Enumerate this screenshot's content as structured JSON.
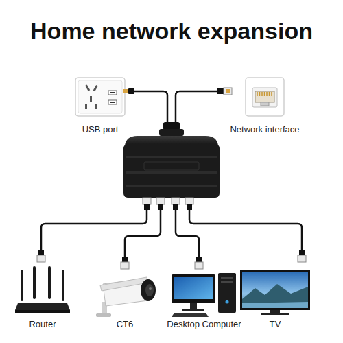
{
  "diagram": {
    "title": "Home network expansion",
    "nodes": [
      {
        "text": [
          "USB port"
        ]
      },
      {
        "text": [
          "Network interface"
        ]
      },
      {
        "text": [
          "Router"
        ]
      },
      {
        "text": [
          "CT6"
        ]
      },
      {
        "text": [
          "Desktop Computer"
        ]
      },
      {
        "text": [
          "TV"
        ]
      }
    ]
  }
}
